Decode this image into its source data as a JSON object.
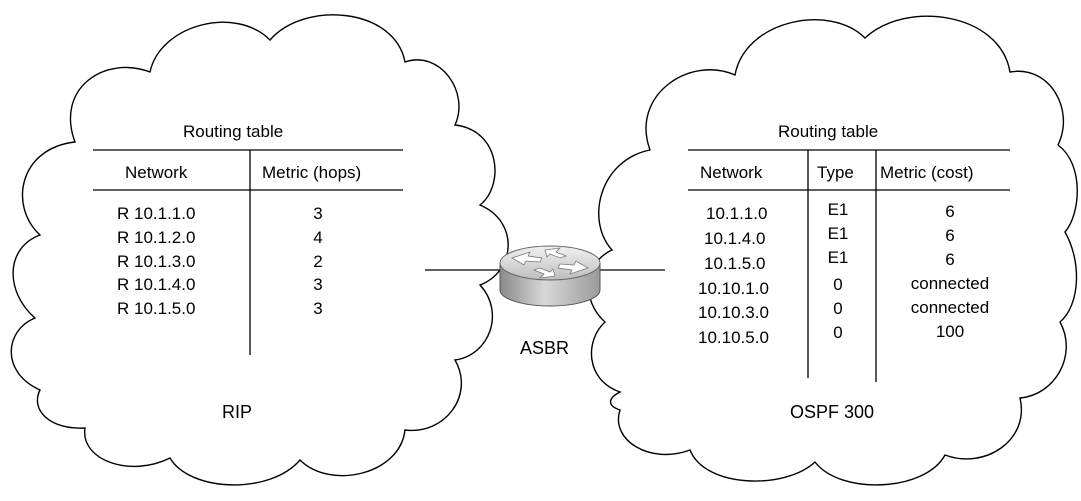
{
  "diagram": {
    "left_domain": {
      "label": "RIP",
      "table": {
        "title": "Routing table",
        "headers": [
          "Network",
          "Metric (hops)"
        ],
        "rows": [
          [
            "R 10.1.1.0",
            "3"
          ],
          [
            "R 10.1.2.0",
            "4"
          ],
          [
            "R 10.1.3.0",
            "2"
          ],
          [
            "R 10.1.4.0",
            "3"
          ],
          [
            "R 10.1.5.0",
            "3"
          ]
        ]
      }
    },
    "right_domain": {
      "label": "OSPF 300",
      "table": {
        "title": "Routing table",
        "headers": [
          "Network",
          "Type",
          "Metric (cost)"
        ],
        "rows": [
          [
            "10.1.1.0",
            "E1",
            "6"
          ],
          [
            "10.1.4.0",
            "E1",
            "6"
          ],
          [
            "10.1.5.0",
            "E1",
            "6"
          ],
          [
            "10.10.1.0",
            "0",
            "connected"
          ],
          [
            "10.10.3.0",
            "0",
            "connected"
          ],
          [
            "10.10.5.0",
            "0",
            "100"
          ]
        ]
      }
    },
    "router": {
      "label": "ASBR",
      "icon": "router-icon",
      "colors": {
        "body": "#c8c8c8",
        "top": "#e6e6e6",
        "arrows": "#ffffff"
      }
    }
  }
}
